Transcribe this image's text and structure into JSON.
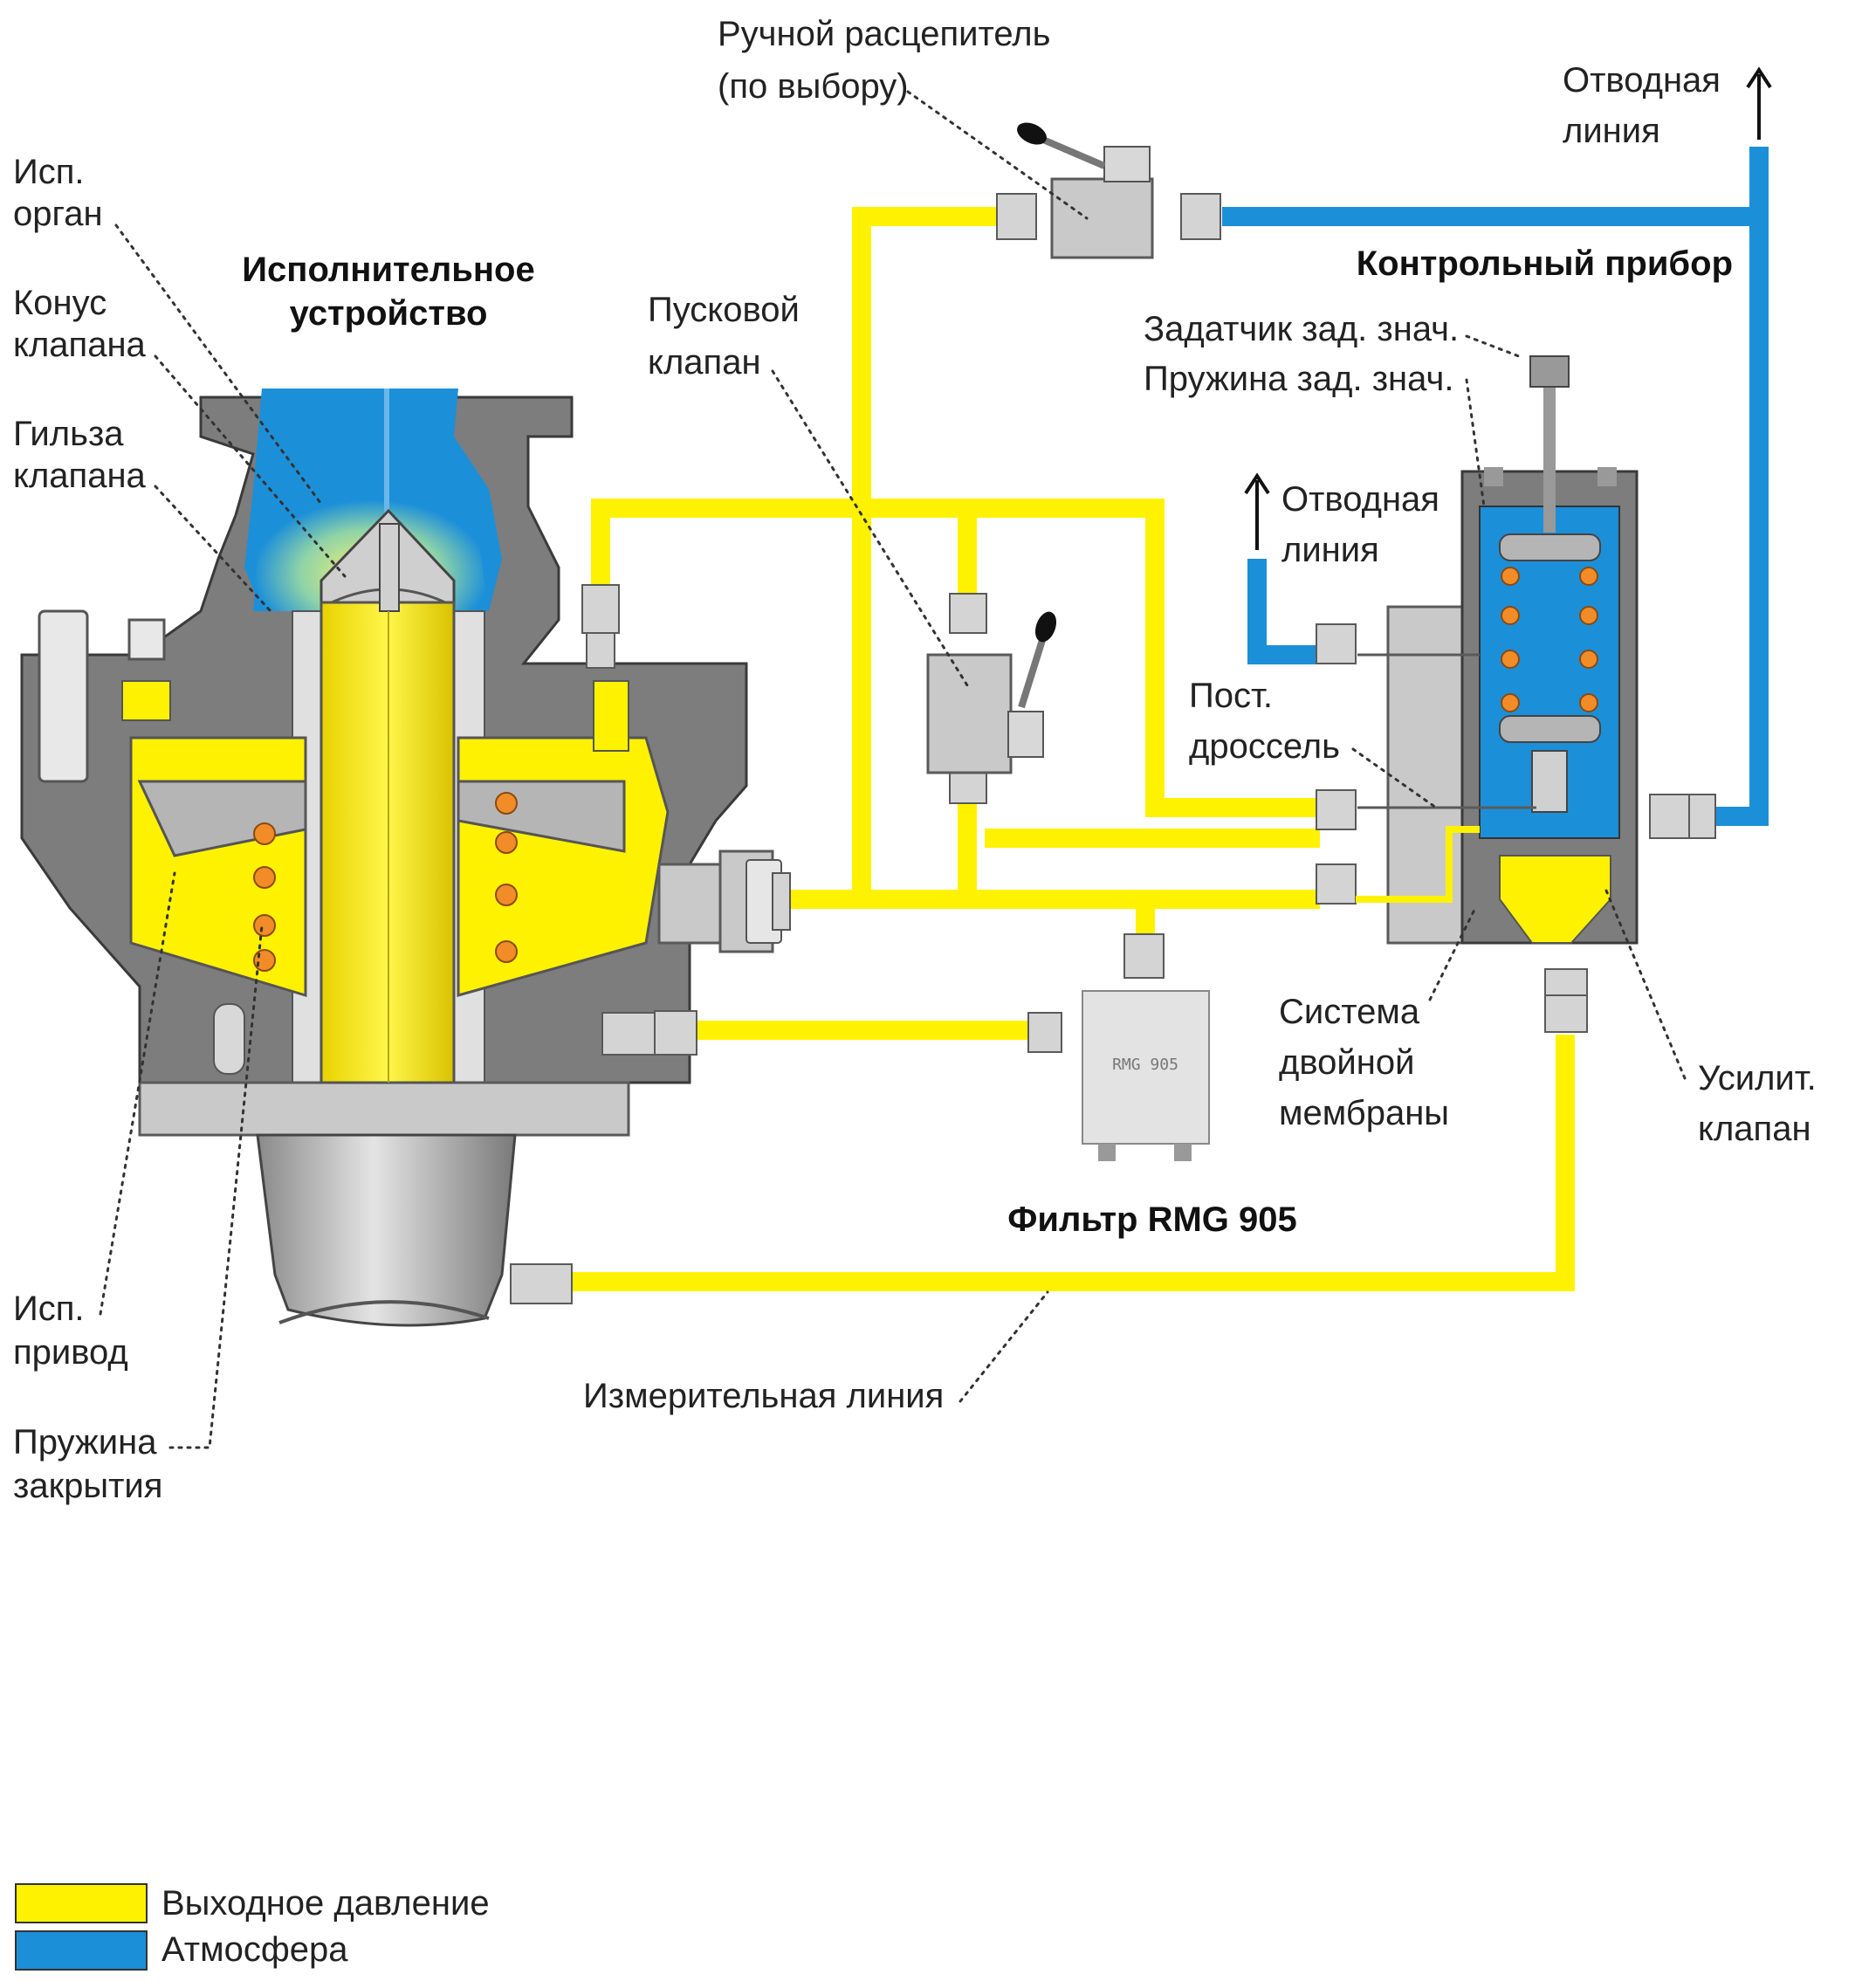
{
  "colors": {
    "outlet_pressure": "#FFF200",
    "atmosphere": "#1C8FD9",
    "housing": "#7d7d7d",
    "spring": "#F28C28"
  },
  "headings": {
    "actuator_line1": "Исполнительное",
    "actuator_line2": "устройство",
    "pilot": "Контрольный прибор",
    "filter": "Фильтр RMG 905"
  },
  "labels": {
    "manual_release_1": "Ручной расцепитель",
    "manual_release_2": "(по выбору)",
    "vent_top_1": "Отводная",
    "vent_top_2": "линия",
    "vent_mid_1": "Отводная",
    "vent_mid_2": "линия",
    "actuating_element_1": "Исп.",
    "actuating_element_2": "орган",
    "valve_cone_1": "Конус",
    "valve_cone_2": "клапана",
    "valve_sleeve_1": "Гильза",
    "valve_sleeve_2": "клапана",
    "start_valve_1": "Пусковой",
    "start_valve_2": "клапан",
    "setpoint_adjuster": "Задатчик зад. знач.",
    "setpoint_spring": "Пружина зад. знач.",
    "fixed_throttle_1": "Пост.",
    "fixed_throttle_2": "дроссель",
    "double_membrane_1": "Система",
    "double_membrane_2": "двойной",
    "double_membrane_3": "мембраны",
    "amplifier_valve_1": "Усилит.",
    "amplifier_valve_2": "клапан",
    "actuator_drive_1": "Исп.",
    "actuator_drive_2": "привод",
    "closing_spring_1": "Пружина",
    "closing_spring_2": "закрытия",
    "measuring_line": "Измерительная линия",
    "filter_plate": "RMG 905"
  },
  "legend": [
    {
      "label": "Выходное давление",
      "color": "#FFF200"
    },
    {
      "label": "Атмосфера",
      "color": "#1C8FD9"
    }
  ]
}
